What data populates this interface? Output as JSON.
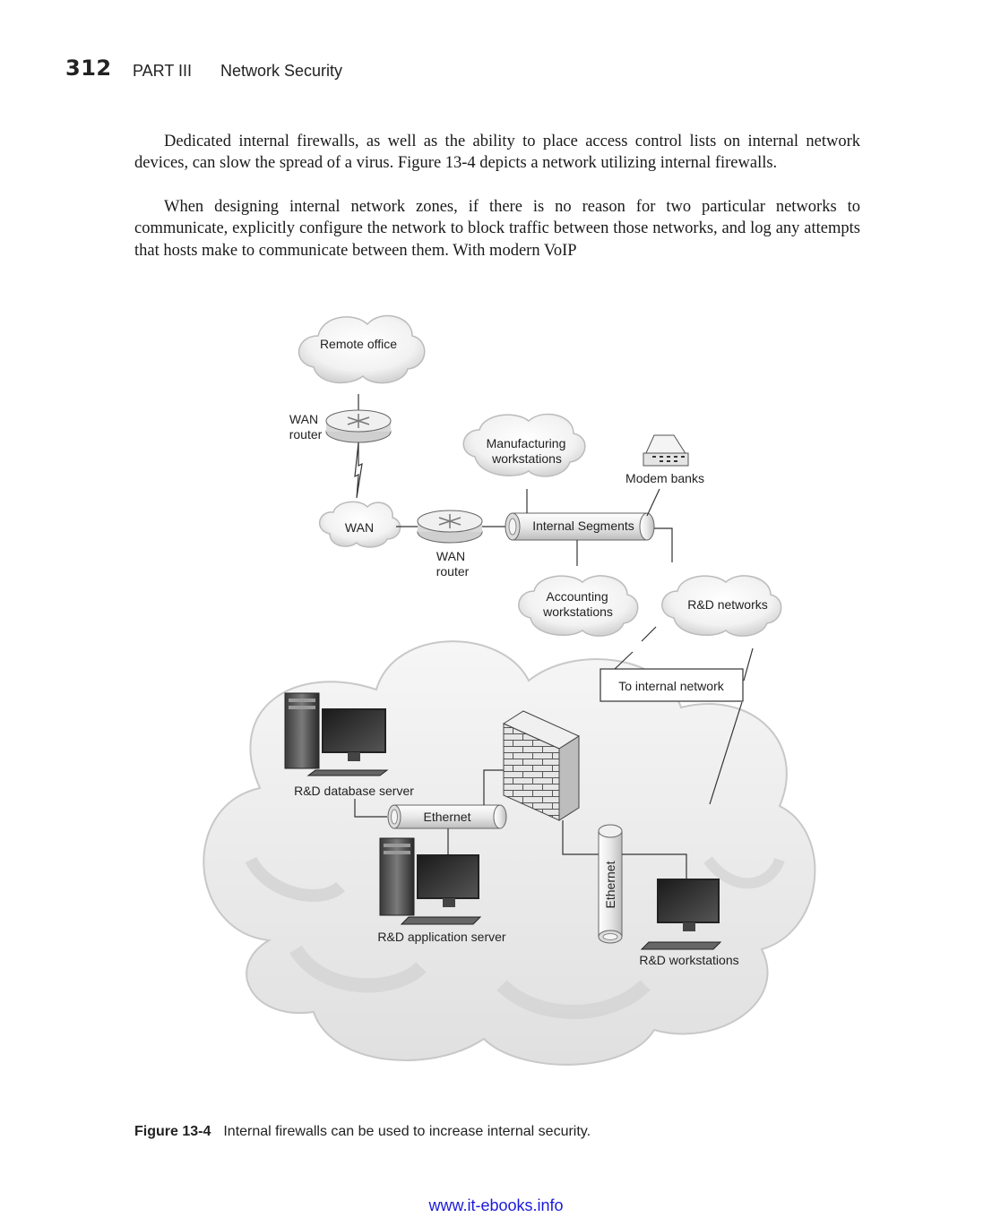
{
  "header": {
    "page_number": "312",
    "part": "PART III",
    "section": "Network Security"
  },
  "body": {
    "paragraph_1": "Dedicated internal firewalls, as well as the ability to place access control lists on internal network devices, can slow the spread of a virus. Figure 13-4 depicts a network utilizing internal firewalls.",
    "paragraph_2": "When designing internal network zones, if there is no reason for two particular networks to communicate, explicitly configure the network to block traffic between those networks, and log any attempts that hosts make to communicate between them. With modern VoIP"
  },
  "figure": {
    "remote_office": "Remote office",
    "wan_router_1": [
      "WAN",
      "router"
    ],
    "wan_cloud": "WAN",
    "wan_router_2": [
      "WAN",
      "router"
    ],
    "manufacturing": [
      "Manufacturing",
      "workstations"
    ],
    "modem_banks": "Modem banks",
    "internal_segments": "Internal Segments",
    "accounting": [
      "Accounting",
      "workstations"
    ],
    "rd_networks": "R&D networks",
    "to_internal_network": "To internal network",
    "rd_database_server": "R&D database server",
    "ethernet_horizontal": "Ethernet",
    "rd_application_server": "R&D application server",
    "ethernet_vertical": "Ethernet",
    "rd_workstations": "R&D workstations"
  },
  "caption": {
    "label": "Figure 13-4",
    "text": "Internal firewalls can be used to increase internal security."
  },
  "footer": {
    "link": "www.it-ebooks.info"
  }
}
